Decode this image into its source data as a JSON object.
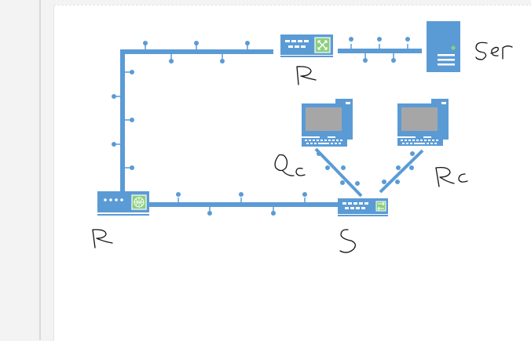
{
  "colors": {
    "device": "#5b9bd5",
    "device_light": "#ffffff",
    "screen": "#a6a6a6",
    "router_face": "#8ccf7f",
    "ink": "#111111",
    "page": "#ffffff",
    "desktop": "#f3f3f3"
  },
  "icons": {
    "router": "router-icon",
    "switch": "switch-icon",
    "server": "server-icon",
    "computer": "desktop-computer-icon"
  },
  "handwritten_labels": [
    {
      "id": "router-top",
      "text": "R"
    },
    {
      "id": "server",
      "text": "Ser"
    },
    {
      "id": "pc-left",
      "text": "Qc"
    },
    {
      "id": "pc-right",
      "text": "Rc"
    },
    {
      "id": "router-left",
      "text": "R"
    },
    {
      "id": "switch",
      "text": "S"
    }
  ]
}
